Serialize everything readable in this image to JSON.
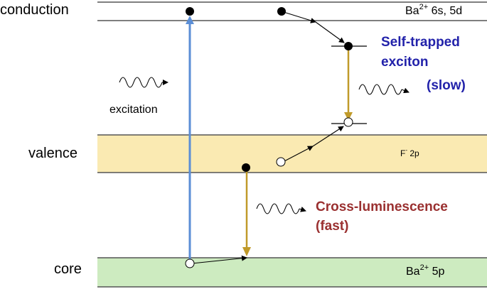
{
  "bands": {
    "conduction": {
      "name": "conduction",
      "species": "Ba",
      "charge": "2+",
      "orbital": " 6s, 5d"
    },
    "valence": {
      "name": "valence",
      "species": "F",
      "charge": "-",
      "orbital": " 2p",
      "fill": "#faeab2"
    },
    "core": {
      "name": "core",
      "species": "Ba",
      "charge": "2+",
      "orbital": " 5p",
      "fill": "#cdebc0"
    }
  },
  "labels": {
    "excitation": "excitation",
    "ste": {
      "line1": "Self-trapped",
      "line2": "exciton",
      "line3": "(slow)",
      "color": "#2222aa"
    },
    "cl": {
      "line1": "Cross-luminescence",
      "line2": "(fast)",
      "color": "#9a3030"
    }
  },
  "colors": {
    "excitation_arrow": "#5b8ed6",
    "emission_arrow": "#c09a2a",
    "line": "#555555"
  }
}
